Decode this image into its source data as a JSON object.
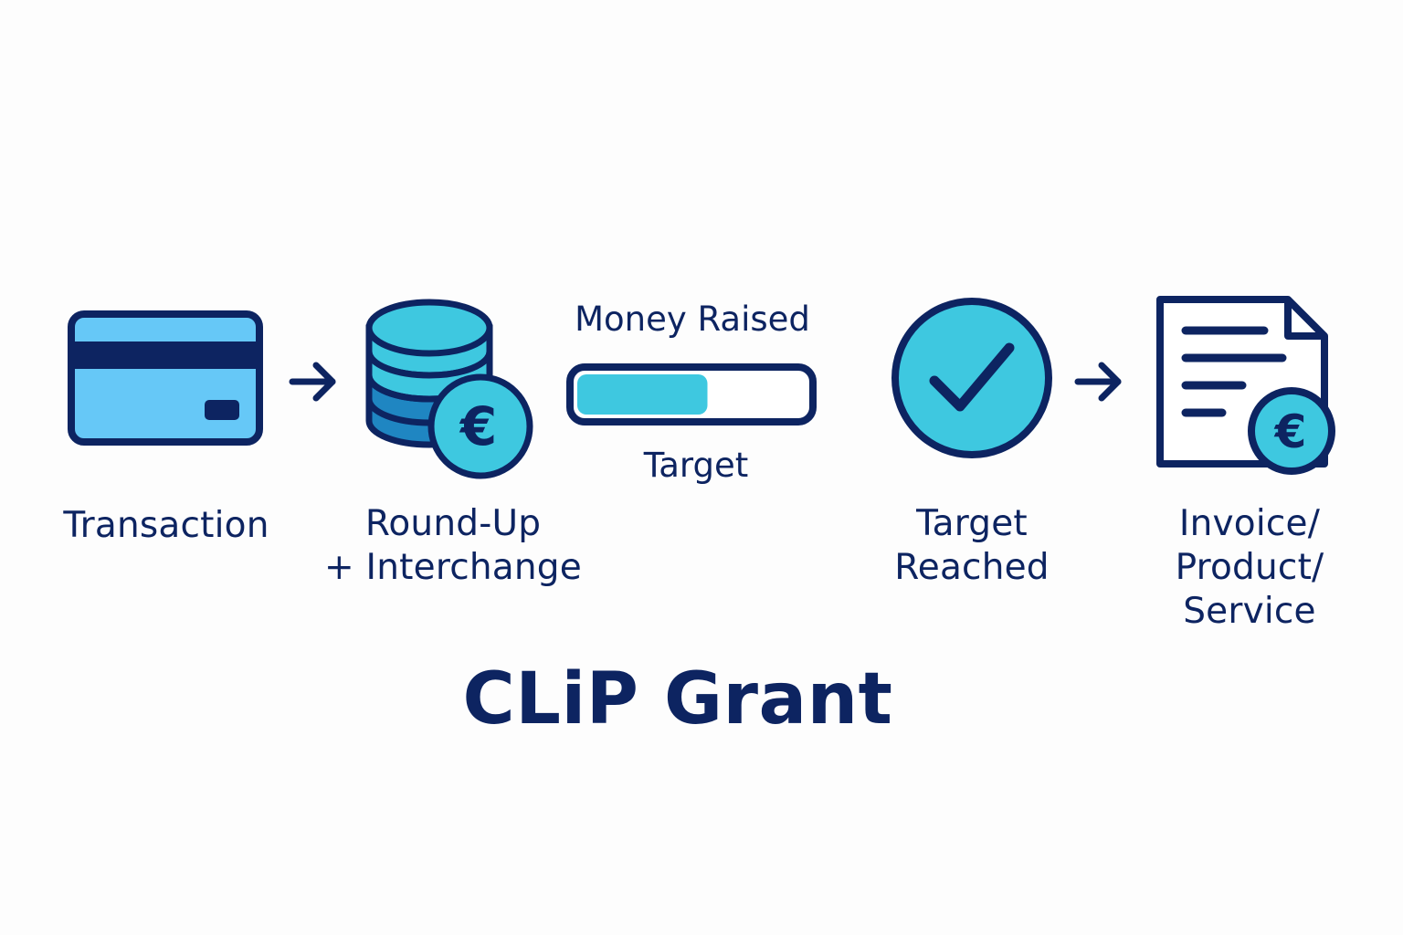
{
  "diagram": {
    "title": "CLiP Grant",
    "steps": [
      {
        "id": "transaction",
        "icon": "credit-card-icon",
        "lines": [
          "Transaction"
        ]
      },
      {
        "id": "round-up",
        "icon": "coin-stack-euro-icon",
        "lines": [
          "Round-Up",
          "+ Interchange"
        ]
      },
      {
        "id": "progress",
        "icon": "progress-bar",
        "top_label": "Money Raised",
        "bottom_label": "Target",
        "progress_fraction": 0.57
      },
      {
        "id": "target-reached",
        "icon": "check-circle-icon",
        "lines": [
          "Target",
          "Reached"
        ]
      },
      {
        "id": "invoice",
        "icon": "invoice-euro-icon",
        "lines": [
          "Invoice/",
          "Product/",
          "Service"
        ]
      }
    ],
    "arrows": [
      "arrow-right-icon",
      "arrow-right-icon"
    ]
  },
  "colors": {
    "navy": "#0d2461",
    "card_blue": "#66c8f7",
    "cyan": "#3ec8e0",
    "mid_blue": "#1f86c2",
    "background": "#fdfdfd"
  }
}
